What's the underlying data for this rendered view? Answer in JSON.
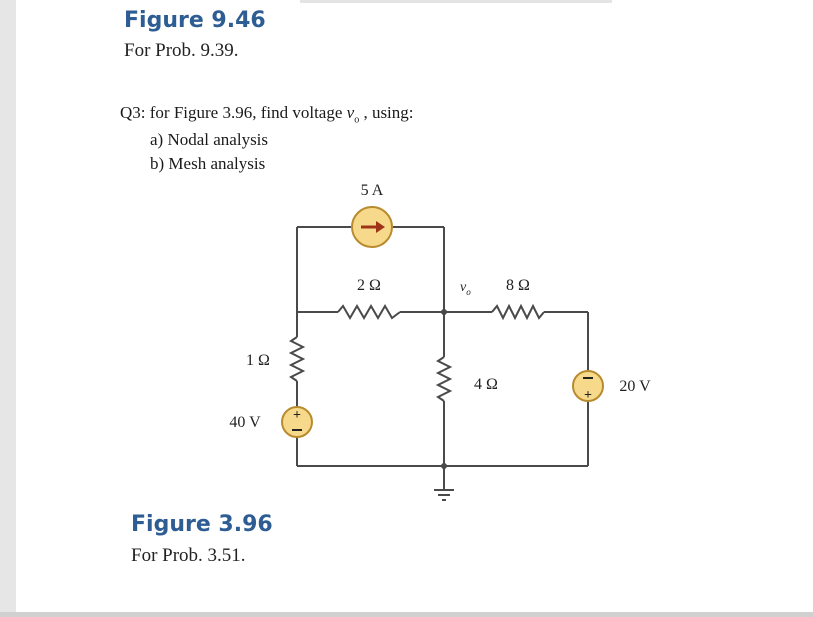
{
  "header": {
    "figure_title": "Figure 9.46",
    "figure_caption": "For Prob. 9.39."
  },
  "question": {
    "text": "Q3: for Figure 3.96, find voltage",
    "var": "v",
    "var_sub": "o",
    "suffix": ", using:",
    "items": [
      "a)  Nodal analysis",
      "b)  Mesh analysis"
    ]
  },
  "circuit": {
    "current_source_label": "5 A",
    "r2_label": "2 Ω",
    "r8_label": "8 Ω",
    "r1_label": "1 Ω",
    "r4_label": "4 Ω",
    "v40_label": "40 V",
    "v20_label": "20 V",
    "vo_label": "v",
    "vo_sub": "o",
    "colors": {
      "wire": "#4a4a4a",
      "source_fill": "#f6d98a",
      "source_stroke": "#b78b2e",
      "arrow": "#a0321a"
    }
  },
  "footer": {
    "figure_title": "Figure 3.96",
    "figure_caption": "For Prob. 3.51."
  }
}
